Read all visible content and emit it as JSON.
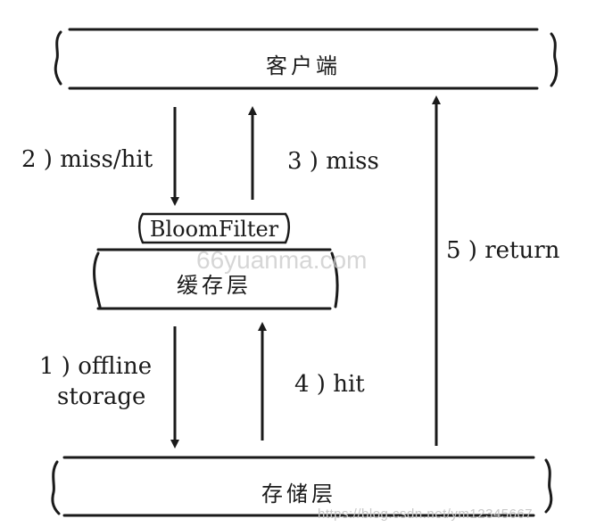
{
  "boxes": {
    "client": "客户端",
    "bloom_filter": "BloomFilter",
    "cache": "缓存层",
    "storage": "存储层"
  },
  "arrows": {
    "miss_hit": "2 ) miss/hit",
    "miss": "3 ) miss",
    "offline_line1": "1 ) offline",
    "offline_line2": "storage",
    "hit": "4 ) hit",
    "return": "5 ) return"
  },
  "watermarks": {
    "center": "66yuanma.com",
    "url": "https://blog.csdn.net/ym12345667"
  }
}
